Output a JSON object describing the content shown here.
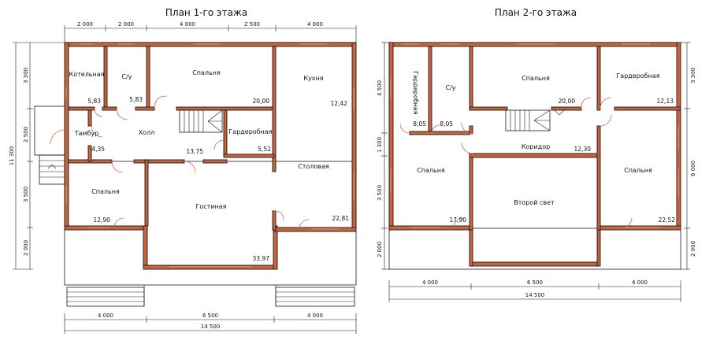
{
  "plan1": {
    "title": "План 1-го этажа",
    "rooms": [
      {
        "name": "Котельная",
        "area": "5,83"
      },
      {
        "name": "С/у",
        "area": "5,83"
      },
      {
        "name": "Спальня",
        "area": "20,00"
      },
      {
        "name": "Кухня",
        "area": "12,42"
      },
      {
        "name": "Тамбур",
        "area": "4,35"
      },
      {
        "name": "Холл",
        "area": "13,75"
      },
      {
        "name": "Гардеробная",
        "area": "5,52"
      },
      {
        "name": "Столовая",
        "area": "22,81"
      },
      {
        "name": "Спальня",
        "area": "12,90"
      },
      {
        "name": "Гостиная",
        "area": "33,97"
      }
    ],
    "dims_top": [
      "2 000",
      "2 000",
      "4 000",
      "2 500",
      "4 000"
    ],
    "dims_left": [
      "3 300",
      "2 500",
      "3 500",
      "2 000"
    ],
    "dim_total_left": "11 300",
    "dims_bottom": [
      "4 000",
      "6 500",
      "4 000"
    ],
    "dim_total_bottom": "14 500"
  },
  "plan2": {
    "title": "План 2-го этажа",
    "rooms": [
      {
        "name": "Гардеробная",
        "area": "8,05"
      },
      {
        "name": "С/у",
        "area": "8,05"
      },
      {
        "name": "Спальня",
        "area": "20,00"
      },
      {
        "name": "Гардеробная",
        "area": "12,13"
      },
      {
        "name": "Коридор",
        "area": "12,30"
      },
      {
        "name": "Спальня",
        "area": "17,90"
      },
      {
        "name": "Второй свет",
        "area": ""
      },
      {
        "name": "Спальня",
        "area": "22,52"
      }
    ],
    "dims_left": [
      "4 500",
      "1 300",
      "3 500",
      "2 000"
    ],
    "dims_right": [
      "3 300",
      "6 000",
      "2 000"
    ],
    "dims_bottom": [
      "4 000",
      "6 500",
      "4 000"
    ],
    "dim_total_bottom": "14 500"
  }
}
